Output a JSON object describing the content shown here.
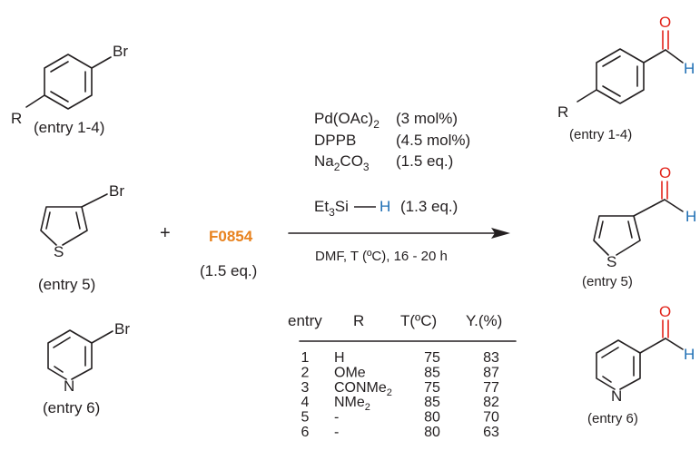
{
  "reactants": {
    "aryl_bromide": {
      "substituent": "R",
      "halogen": "Br",
      "entry": "(entry 1-4)"
    },
    "thiophene_bromide": {
      "halogen": "Br",
      "heteroatom": "S",
      "entry": "(entry 5)"
    },
    "pyridine_bromide": {
      "halogen": "Br",
      "heteroatom": "N",
      "entry": "(entry 6)"
    }
  },
  "plus": "+",
  "reagent": {
    "code": "F0854",
    "equiv": "(1.5 eq.)",
    "color": "#E8821E"
  },
  "conditions": {
    "lines": [
      {
        "name_parts": [
          "Pd(OAc)",
          "2",
          ""
        ],
        "amount": "(3 mol%)"
      },
      {
        "name_parts": [
          "DPPB",
          "",
          ""
        ],
        "amount": "(4.5 mol%)"
      },
      {
        "name_parts": [
          "Na",
          "2",
          "CO",
          "3",
          ""
        ],
        "amount": "(1.5 eq.)"
      }
    ],
    "silane": {
      "prefix": "Et",
      "sub": "3",
      "mid": "Si",
      "hydrogen": "H",
      "amount": "(1.3 eq.)"
    },
    "solvent_line": "DMF, T (ºC), 16 - 20 h"
  },
  "table": {
    "headers": [
      "entry",
      "R",
      "T(ºC)",
      "Y.(%)"
    ],
    "rows": [
      {
        "entry": "1",
        "R": [
          "H",
          ""
        ],
        "T": "75",
        "Y": "83"
      },
      {
        "entry": "2",
        "R": [
          "OMe",
          ""
        ],
        "T": "85",
        "Y": "87"
      },
      {
        "entry": "3",
        "R": [
          "CONMe",
          "2"
        ],
        "T": "75",
        "Y": "77"
      },
      {
        "entry": "4",
        "R": [
          "NMe",
          "2"
        ],
        "T": "85",
        "Y": "82"
      },
      {
        "entry": "5",
        "R": [
          "-",
          ""
        ],
        "T": "80",
        "Y": "70"
      },
      {
        "entry": "6",
        "R": [
          "-",
          ""
        ],
        "T": "80",
        "Y": "63"
      }
    ]
  },
  "products": {
    "aryl_aldehyde": {
      "substituent": "R",
      "oxygen": "O",
      "hydrogen": "H",
      "entry": "(entry 1-4)"
    },
    "thiophene_aldehyde": {
      "heteroatom": "S",
      "oxygen": "O",
      "hydrogen": "H",
      "entry": "(entry 5)"
    },
    "pyridine_aldehyde": {
      "heteroatom": "N",
      "oxygen": "O",
      "hydrogen": "H",
      "entry": "(entry 6)"
    }
  },
  "colors": {
    "oxygen": "#E2231A",
    "hydrogen": "#1F6FB5",
    "reagent": "#E8821E",
    "ink": "#231F20"
  }
}
